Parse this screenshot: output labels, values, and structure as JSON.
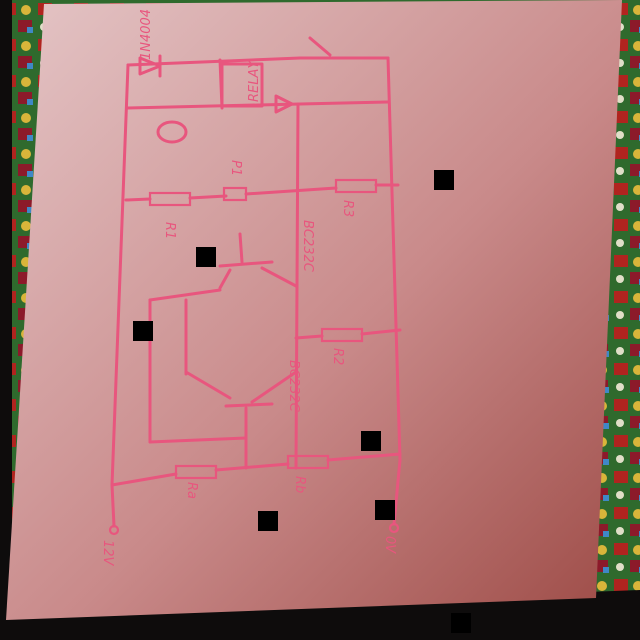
{
  "photo": {
    "subject": "hand-drawn transistor circuit on pink paper",
    "colors": {
      "paper": "#c98a8a",
      "ink": "#e8567e",
      "background": "#0e0c0c"
    }
  },
  "labels": {
    "diode": "1N4004",
    "relay_coil": "RELAY",
    "resistor_r1": "R1",
    "relay_contact": "P1",
    "transistor_q1": "BC232C",
    "transistor_q2": "BC232C",
    "resistor_r2": "R2",
    "resistor_r3": "R3",
    "resistor_ra": "Ra",
    "resistor_rb": "Rb",
    "supply_12v": "12V",
    "supply_0v": "0V"
  }
}
